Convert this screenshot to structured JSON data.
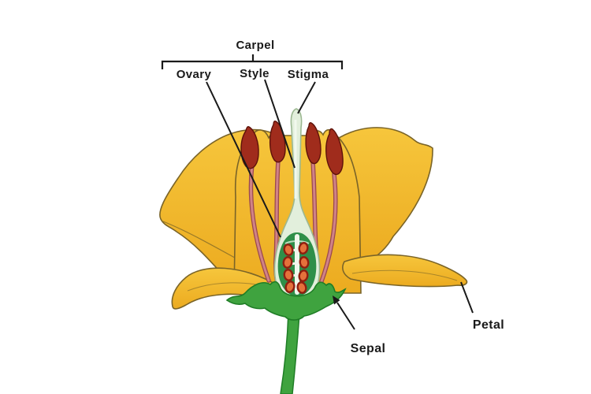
{
  "labels": {
    "carpel": "Carpel",
    "ovary": "Ovary",
    "style": "Style",
    "stigma": "Stigma",
    "sepal": "Sepal",
    "petal": "Petal"
  },
  "depicted": {
    "anther_count": 4,
    "filament_count": 4,
    "ovule_count": 8
  },
  "colors": {
    "background": "#FFFFFF",
    "label_text": "#1A1A1A",
    "pointer_line": "#1A1A1A",
    "petal_gold": "#F2B42C",
    "petal_gold_light": "#F6C63C",
    "petal_outline": "#7A6428",
    "anther_red": "#A02C1C",
    "filament_pink": "#D08287",
    "carpel_pale_green": "#E2EFDC",
    "carpel_outline": "#9CB892",
    "ovary_interior_green": "#2F8F49",
    "ovule_orange": "#E4713B",
    "ovule_ring": "#8F1F10",
    "sepal_stem_green": "#3FA33F",
    "sepal_outline": "#1F7D26"
  }
}
